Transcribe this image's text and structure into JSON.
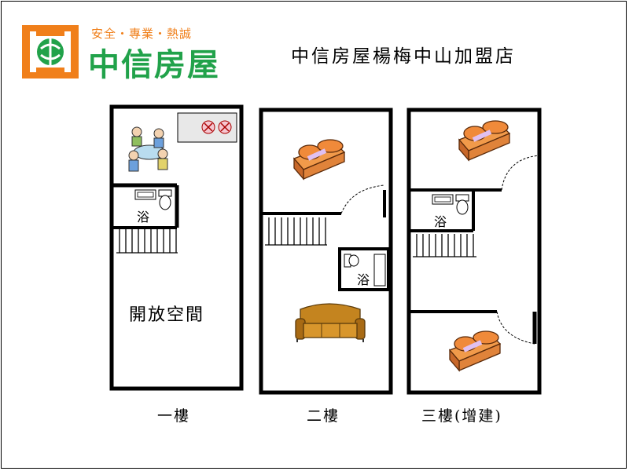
{
  "header": {
    "slogan": "安全・專業・熱誠",
    "brand_name": "中信房屋",
    "store_name": "中信房屋楊梅中山加盟店"
  },
  "colors": {
    "logo_orange": "#f07f1a",
    "logo_green": "#21a24a",
    "wall": "#000000"
  },
  "floors": [
    {
      "label": "一樓",
      "rooms": {
        "bath": "浴",
        "open_space": "開放空間"
      }
    },
    {
      "label": "二樓",
      "rooms": {
        "bath": "浴"
      }
    },
    {
      "label": "三樓(增建)",
      "rooms": {
        "bath": "浴"
      }
    }
  ],
  "icons": [
    "dining-table-people-icon",
    "stove-icon",
    "bed-icon",
    "sofa-icon",
    "toilet-icon",
    "bathtub-icon",
    "stairs-icon",
    "door-swing-icon"
  ]
}
